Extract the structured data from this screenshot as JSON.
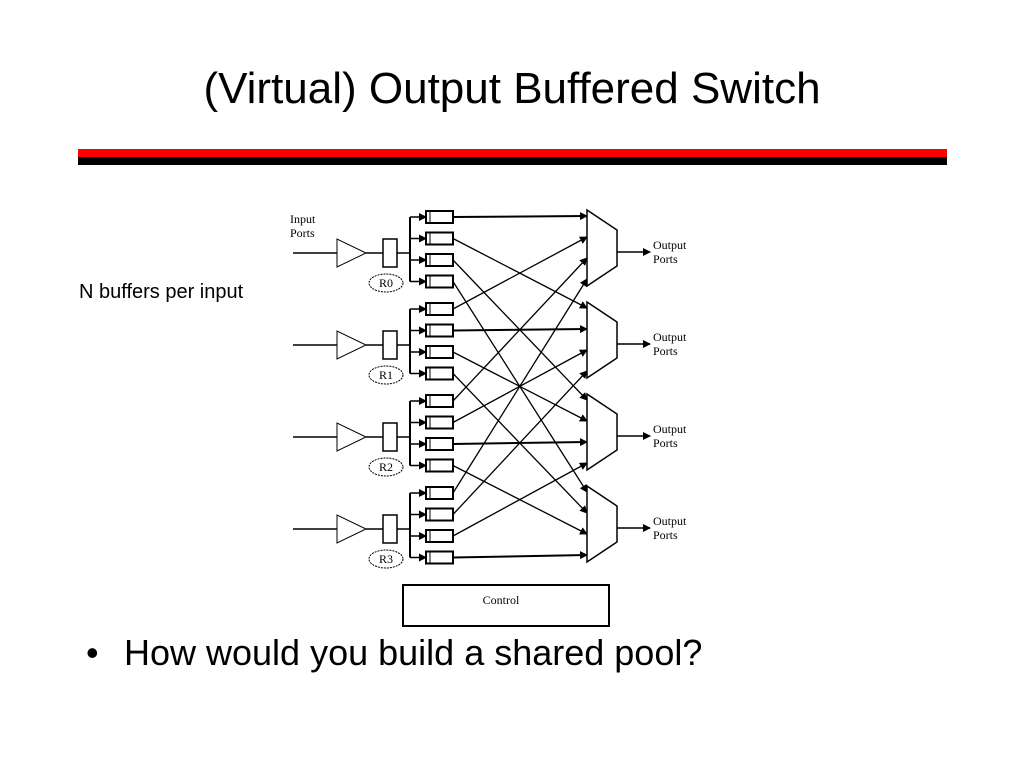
{
  "slide": {
    "title": "(Virtual) Output Buffered Switch",
    "side_note": "N buffers per input",
    "bullet_symbol": "•",
    "bullet_text": "How would you build a shared pool?"
  },
  "diagram": {
    "input_label_line1": "Input",
    "input_label_line2": "Ports",
    "output_label_line1": "Output",
    "output_label_line2": "Ports",
    "routers": [
      "R0",
      "R1",
      "R2",
      "R3"
    ],
    "control_label": "Control",
    "colors": {
      "rule_top": "#ff0000",
      "rule_bottom": "#000000",
      "ink": "#000000"
    }
  }
}
